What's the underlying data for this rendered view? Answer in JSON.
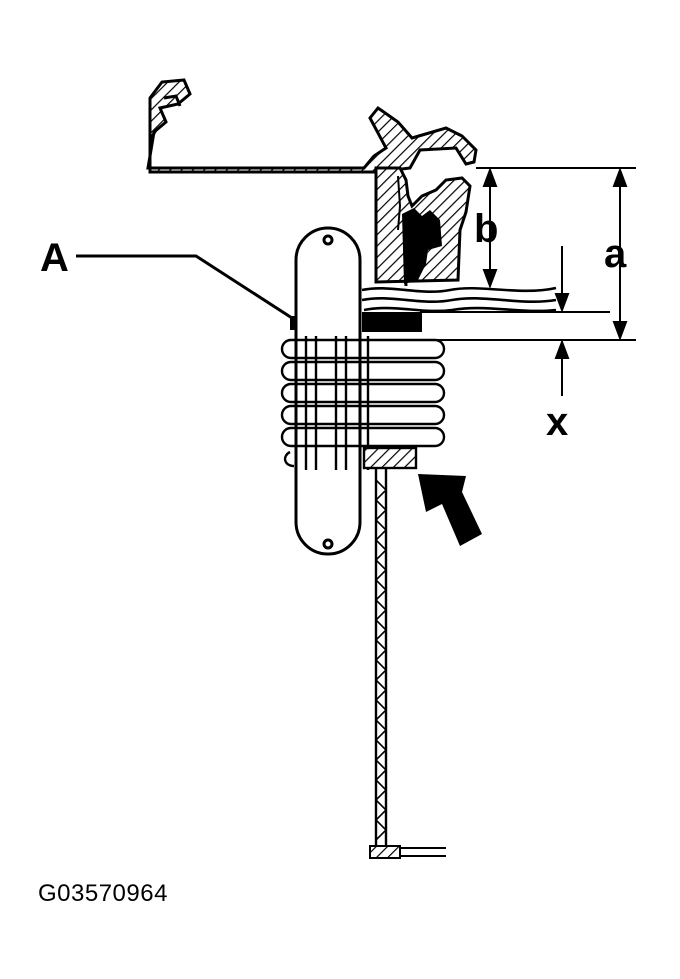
{
  "labels": {
    "part_a": "A",
    "dim_b": "b",
    "dim_a": "a",
    "dim_x": "x"
  },
  "figure_code": "G03570964"
}
